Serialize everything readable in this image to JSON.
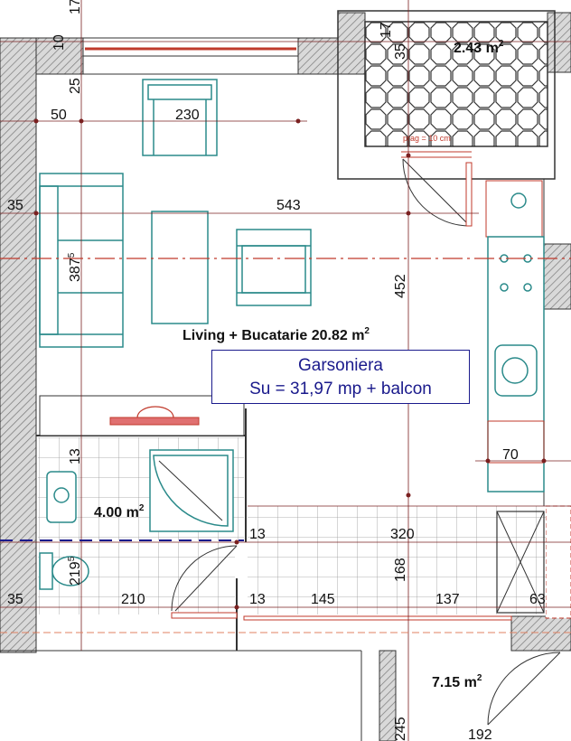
{
  "rooms": {
    "balcony_area": "2.43 m",
    "living_label": "Living + Bucatarie 20.82 m",
    "bath_area": "4.00 m",
    "hall_area": "7.15 m",
    "sup": "2"
  },
  "unit": {
    "title": "Garsoniera",
    "surface": "Su = 31,97 mp + balcon"
  },
  "notes": {
    "threshold": "prag = 10 cm"
  },
  "dimensions": {
    "d17a": "17",
    "d10": "10",
    "d25": "25",
    "d50": "50",
    "d230": "230",
    "d17b": "17",
    "d35_balcony": "35",
    "d35_left": "35",
    "d543": "543",
    "d387": "387",
    "d387_sup": "5",
    "d452": "452",
    "d13_bath": "13",
    "d70": "70",
    "d13_mid": "13",
    "d320": "320",
    "d219": "219",
    "d219_sup": "5",
    "d168": "168",
    "d35_bottom": "35",
    "d210": "210",
    "d13_bottom": "13",
    "d145": "145",
    "d137": "137",
    "d63": "63",
    "d245": "245",
    "d192": "192"
  }
}
